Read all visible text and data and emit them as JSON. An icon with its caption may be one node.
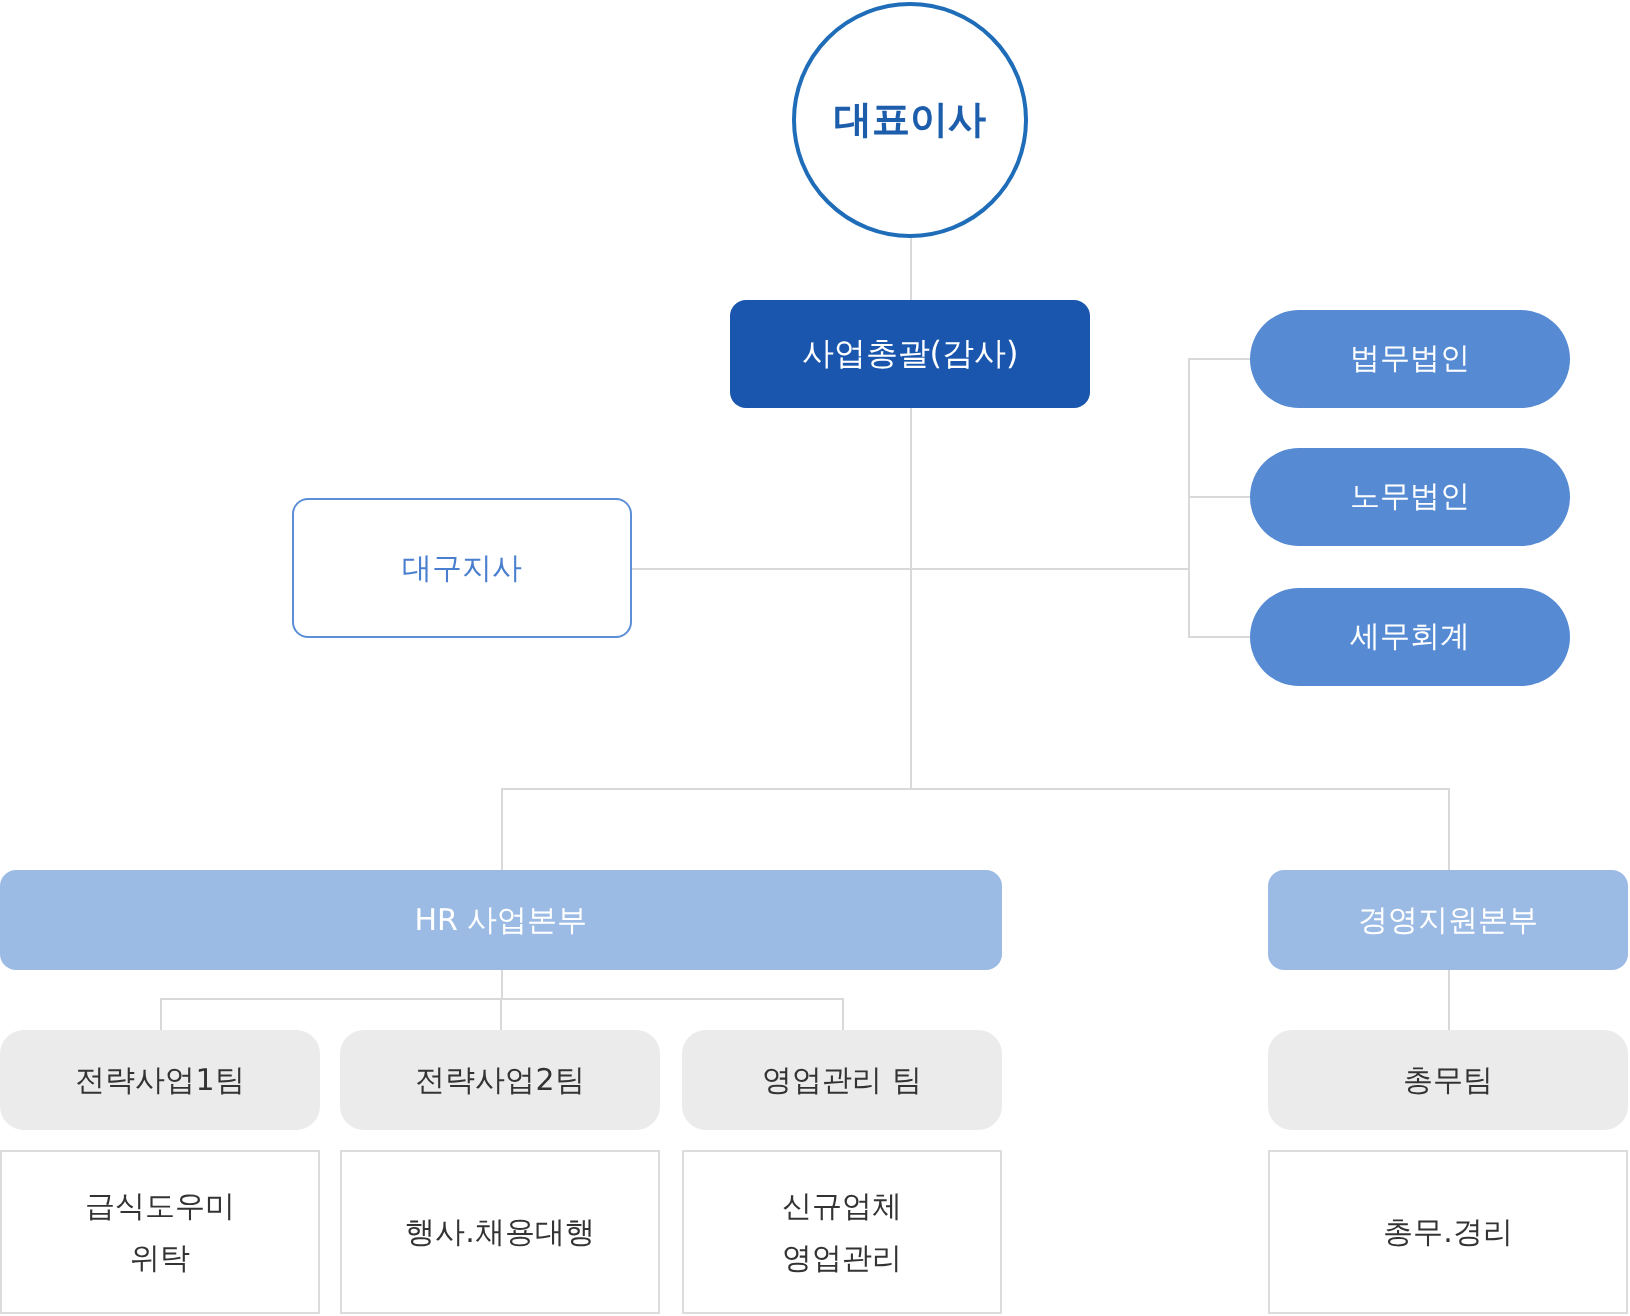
{
  "diagram": {
    "nodes": [
      {
        "text": [
          "대표이사"
        ]
      },
      {
        "text": [
          "사업총괄(감사)"
        ]
      },
      {
        "text": [
          "대구지사"
        ]
      },
      {
        "text": [
          "법무법인"
        ]
      },
      {
        "text": [
          "노무법인"
        ]
      },
      {
        "text": [
          "세무회계"
        ]
      },
      {
        "text": [
          "HR 사업본부"
        ]
      },
      {
        "text": [
          "경영지원본부"
        ]
      },
      {
        "text": [
          "전략사업1팀"
        ]
      },
      {
        "text": [
          "전략사업2팀"
        ]
      },
      {
        "text": [
          "영업관리 팀"
        ]
      },
      {
        "text": [
          "총무팀"
        ]
      },
      {
        "text": [
          "급식도우미 위탁"
        ]
      },
      {
        "text": [
          "행사.채용대행"
        ]
      },
      {
        "text": [
          "신규업체 영업관리"
        ]
      },
      {
        "text": [
          "총무.경리"
        ]
      }
    ],
    "edges": [
      {
        "from": 0,
        "to": 1,
        "arrow": "none"
      },
      {
        "from": 1,
        "to": 2,
        "arrow": "none"
      },
      {
        "from": 1,
        "to": 3,
        "arrow": "none"
      },
      {
        "from": 1,
        "to": 4,
        "arrow": "none"
      },
      {
        "from": 1,
        "to": 5,
        "arrow": "none"
      },
      {
        "from": 1,
        "to": 6,
        "arrow": "none"
      },
      {
        "from": 1,
        "to": 7,
        "arrow": "none"
      },
      {
        "from": 6,
        "to": 8,
        "arrow": "none"
      },
      {
        "from": 6,
        "to": 9,
        "arrow": "none"
      },
      {
        "from": 6,
        "to": 10,
        "arrow": "none"
      },
      {
        "from": 7,
        "to": 11,
        "arrow": "none"
      }
    ]
  }
}
